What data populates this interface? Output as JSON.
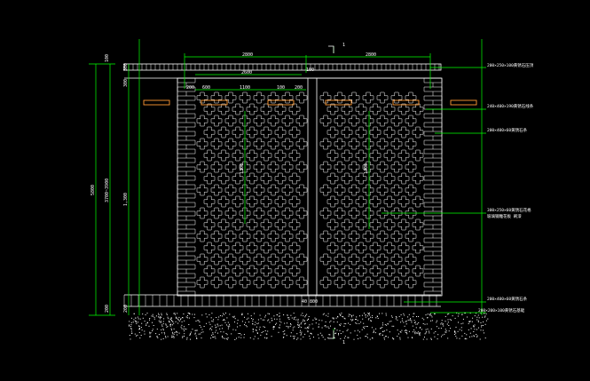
{
  "drawing": {
    "section_marker": "1",
    "dimensions": {
      "top_left_span": "2800",
      "top_right_span": "2800",
      "center_gap": "100",
      "inner_span": "2600",
      "panel_seg_1": "200",
      "panel_seg_2": "600",
      "panel_seg_3": "1100",
      "panel_seg_4": "100",
      "panel_seg_5": "200",
      "left_overall": "5800",
      "left_mid": "3700~3900",
      "left_cap": "100",
      "left_beam": "500",
      "left_upper": "300",
      "left_panel": "1,300",
      "left_base": "200",
      "left_base_2": "200",
      "mid_height_1": "1300",
      "mid_height_2": "1300",
      "bottom_center": "40 800"
    },
    "annotations": [
      "200×250×100黄锈石压顶",
      "240×400×190黄锈石线条",
      "200×400×60黄锈石条",
      "300×250×60黄锈石花格",
      "玻璃钢雕花板 刷漆",
      "200×400×60黄锈石条",
      "200×200×100黄锈石基础"
    ],
    "colors": {
      "line": "#ffffff",
      "dim": "#00ff00",
      "accent": "#ff9933",
      "background": "#000000"
    }
  }
}
